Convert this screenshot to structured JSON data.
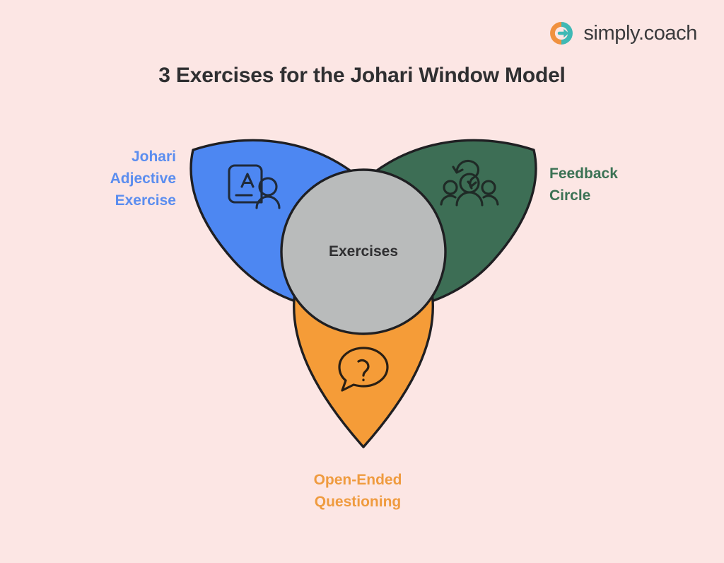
{
  "brand": {
    "logo_icon": "circular-arrow-icon",
    "name": "simply.coach",
    "logo_orange": "#f0913f",
    "logo_teal": "#3fb9b5"
  },
  "header": {
    "title": "3 Exercises for the Johari Window Model"
  },
  "diagram": {
    "type": "three-petal-venn",
    "background_color": "#fce6e4",
    "outline_color": "#1f1f22",
    "center": {
      "label": "Exercises",
      "fill": "#b9bbbb",
      "text_color": "#2f2f31"
    },
    "petals": [
      {
        "id": "johari-adjective-exercise",
        "label": "Johari\nAdjective\nExercise",
        "color": "#4d87f2",
        "label_color": "#5b8def",
        "icon": "id-card-person-icon",
        "position": "top-left"
      },
      {
        "id": "feedback-circle",
        "label": "Feedback\nCircle",
        "color": "#3d6e55",
        "label_color": "#3b7254",
        "icon": "group-feedback-loop-icon",
        "position": "top-right"
      },
      {
        "id": "open-ended-questioning",
        "label": "Open-Ended\nQuestioning",
        "color": "#f59c38",
        "label_color": "#ef9b3f",
        "icon": "question-speech-bubble-icon",
        "position": "bottom"
      }
    ]
  }
}
